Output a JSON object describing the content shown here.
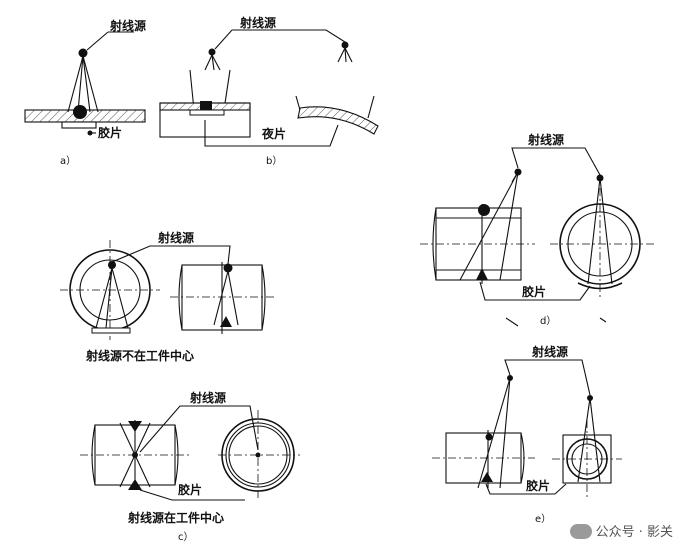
{
  "labels": {
    "source": "射线源",
    "film": "胶片",
    "film_b": "夜片",
    "caption_off_center": "射线源不在工件中心",
    "caption_center": "射线源在工件中心"
  },
  "subfigures": {
    "a": "a）",
    "b": "b）",
    "c": "c）",
    "d": "d）",
    "e": "e）"
  },
  "watermark": {
    "channel": "公众号 · 影关"
  }
}
